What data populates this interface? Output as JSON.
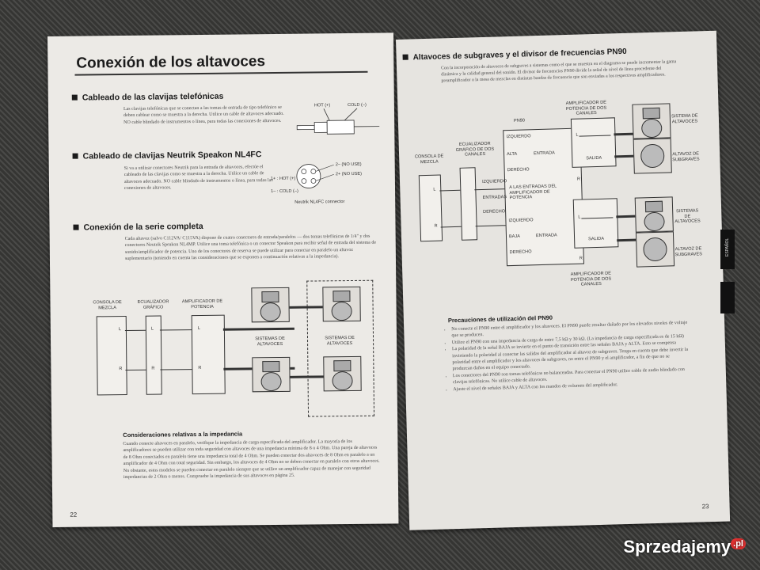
{
  "left": {
    "title": "Conexión de los altavoces",
    "s1": "Cableado de las clavijas telefónicas",
    "s1_body": "Las clavijas telefónicas que se conectan a las tomas de entrada de tipo telefónico se deben cablear como se muestra a la derecha. Utilice un cable de altavoces adecuado. NO cable blindado de instrumentos o línea, para todas las conexiones de altavoces.",
    "hot": "HOT (+)",
    "cold": "COLD (–)",
    "s2": "Cableado de clavijas Neutrik Speakon NL4FC",
    "s2_body": "Si va a utilizar conectores Neutrik para la entrada de altavoces, efectúe el cableado de las clavijas como se muestra a la derecha. Utilice un cable de altavoces adecuado. NO cable blindado de instrumentos o línea, para todas las conexiones de altavoces.",
    "nl_2minus": "2– (NO USE)",
    "nl_2plus": "2+ (NO USE)",
    "nl_1plus": "1+ : HOT (+)",
    "nl_1minus": "1– : COLD (–)",
    "nl_caption": "Neutrik NL4FC connector",
    "s3": "Conexión de la serie completa",
    "s3_body": "Cada altavoz (salvo C112VA/ C115VA) dispone de cuatro conectores de entrada/paralelos — dos tomas telefónicas de 1/4\" y dos conectores Neutrik Speakon NL4MP. Utilice una toma telefónica o un conector Speakon para recibir señal de entrada del sistema de sonido/amplificador de potencia. Uno de los conectores de reserva se puede utilizar para conectar en paralelo un altavoz suplementario (teniendo en cuenta las consideraciones que se exponen a continuación relativas a la impedancia).",
    "d_consola": "CONSOLA DE MEZCLA",
    "d_ecual": "ECUALIZADOR GRÁFICO",
    "d_amp": "AMPLIFICADOR DE POTENCIA",
    "d_sist1": "SISTEMAS DE ALTAVOCES",
    "d_sist2": "SISTEMAS DE ALTAVOCES",
    "L": "L",
    "R": "R",
    "imp_title": "Consideraciones relativas a la impedancia",
    "imp_body": "Cuando conecte altavoces en paralelo, verifique la impedancia de carga especificada del amplificador. La mayoría de los amplificadores se pueden utilizar con toda seguridad con altavoces de una impedancia mínima de 8 o 4 Ohm. Una pareja de altavoces de 8 Ohm conectados en paralelo tiene una impedancia total de 4 Ohm. Se pueden conectar dos altavoces de 8 Ohm en paralelo a un amplificador de 4 Ohm con total seguridad. Sin embargo, los altavoces de 4 Ohm no se deben conectar en paralelo con otros altavoces. No obstante, estos modelos se pueden conectar en paralelo siempre que se utilice un amplificador capaz de manejar con seguridad impedancias de 2 Ohm o menos. Compruebe la impedancia de sus altavoces en página 25.",
    "page_no": "22"
  },
  "right": {
    "title": "Altavoces de subgraves y el divisor de frecuencias PN90",
    "body": "Con la incorporación de altavoces de subgraves a sistemas como el que se muestra en el diagrama se puede incrementar la gama dinámica y la calidad general del sonido. El divisor de frecuencias PN90 divide la señal de nivel de línea procedente del preamplificador o la mesa de mezclas en distintas bandas de frecuencia que son enviadas a los respectivos amplificadores.",
    "d_consola": "CONSOLA DE MEZCLA",
    "d_ecual": "ECUALIZADOR GRÁFICO DE DOS CANALES",
    "d_pn90": "PN90",
    "d_amp1": "AMPLIFICADOR DE POTENCIA DE DOS CANALES",
    "d_amp2": "AMPLIFICADOR DE POTENCIA DE DOS CANALES",
    "d_izq1": "IZQUIERDO",
    "d_alta": "ALTA",
    "d_entrada1": "ENTRADA",
    "d_derecho1": "DERECHO",
    "d_izq2": "IZQUIERDO",
    "d_entradas": "ENTRADAS",
    "d_derecho2": "DERECHO",
    "d_alasentradas": "A LAS ENTRADAS DEL AMPLIFICADOR DE POTENCIA",
    "d_izq3": "IZQUIERDO",
    "d_baja": "BAJA",
    "d_entrada2": "ENTRADA",
    "d_derecho3": "DERECHO",
    "d_salida1": "SALIDA",
    "d_salida2": "SALIDA",
    "d_sist": "SISTEMA DE ALTAVOCES",
    "d_subg1": "ALTAVOZ DE SUBGRAVES",
    "d_sist2": "SISTEMAS DE ALTAVOCES",
    "d_subg2": "ALTAVOZ DE SUBGRAVES",
    "L": "L",
    "R": "R",
    "prec_title": "Precauciones de utilización del PN90",
    "bullets": [
      "No conecte el PN90 entre el amplificador y los altavoces. El PN90 puede resultar dañado por los elevados niveles de voltaje que se producen.",
      "Utilice el PN90 con una impedancia de carga de entre 7,5 kΩ y 30 kΩ. (La impedancia de carga especificada es de 15 kΩ)",
      "La polaridad de la señal BAJA se invierte en el punto de transición entre las señales BAJA y ALTA. Esto se compensa invirtiendo la polaridad al conectar las salidas del amplificador al altavoz de subgraves. Tenga en cuenta que debe invertir la polaridad entre el amplificador y los altavoces de subgraves, no entre el PN90 y el amplificador, a fin de que no se produzcan daños en el equipo conectado.",
      "Los conectores del PN90 son tomas telefónicas no balanceadas. Para conectar el PN90 utilice cable de audio blindado con clavijas telefónicas. No utilice cable de altavoces.",
      "Ajuste el nivel de señales BAJA y ALTA con los mandos de volumen del amplificador."
    ],
    "tab_label": "ESPAÑOL",
    "page_no": "23"
  },
  "watermark": "Sprzedajemy",
  "watermark_tld": ".pl"
}
